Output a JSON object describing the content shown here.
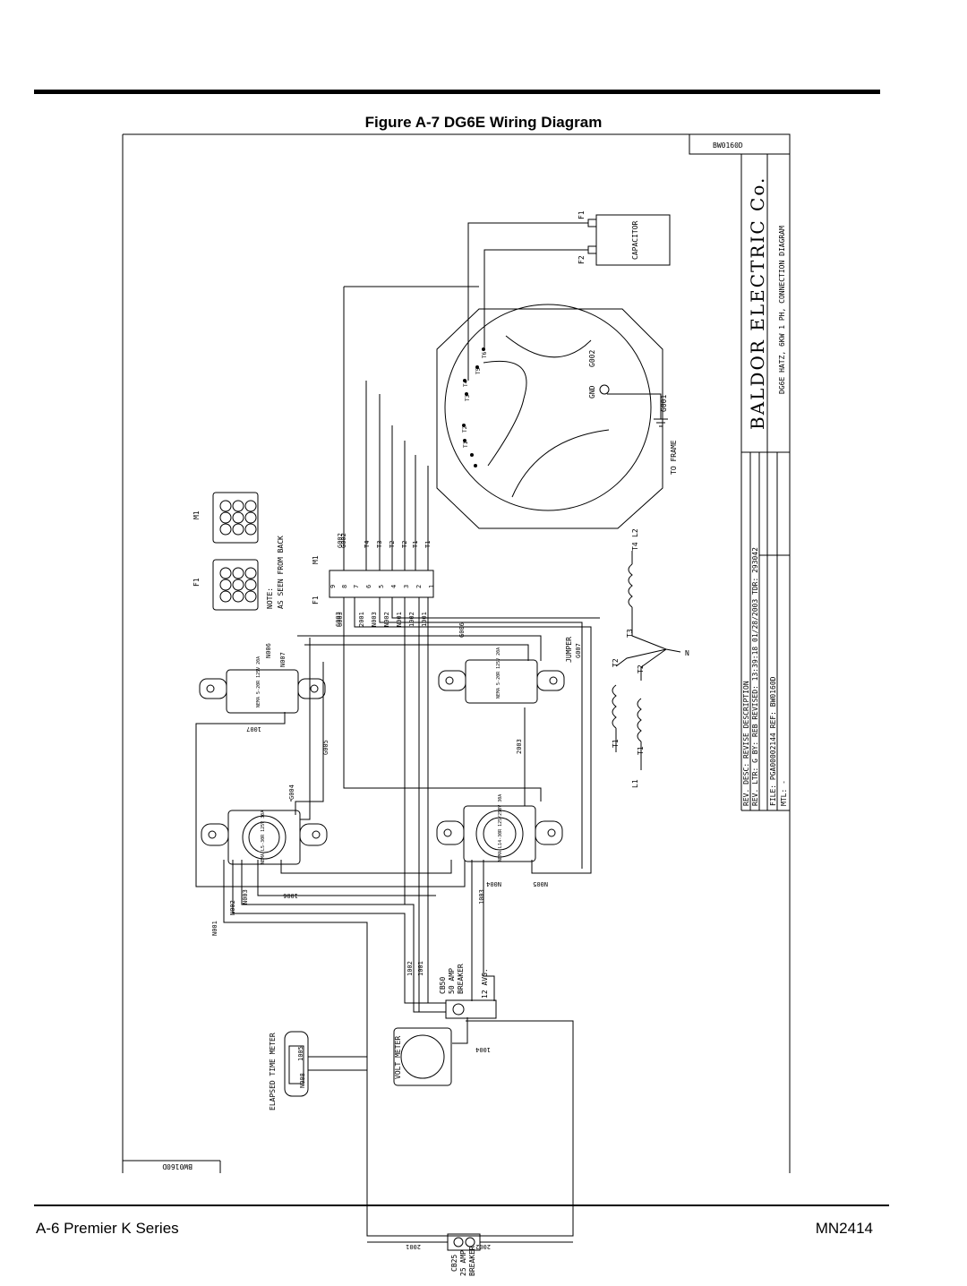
{
  "figure_title": "Figure A-7  DG6E Wiring Diagram",
  "footer": {
    "left": "A-6 Premier K Series",
    "right": "MN2414"
  },
  "drawing": {
    "number_top": "BW0160D",
    "number_bottom": "BW0160D",
    "company": "BALDOR  ELECTRIC  Co.",
    "drawing_title": "DG6E HATZ, 6KW 1 PH, CONNECTION DIAGRAM",
    "title_block": {
      "rev_desc": "REV. DESC:  REVISE DESCRIPTION",
      "rev_ltr": "REV. LTR:  G   BY:  REB   REVISED: 13:39:18  01/28/2003   TDR:  293042",
      "file": "FILE:  PGA00002144                                   REF:  BW0160D",
      "mtl": "MTL:  -"
    },
    "labels": {
      "capacitor": "CAPACITOR",
      "f1": "F1",
      "f2": "F2",
      "m1": "M1",
      "note": "NOTE:",
      "note_text": "AS SEEN FROM BACK",
      "gnd": "GND",
      "to_frame": "TO FRAME",
      "jumper": "JUMPER",
      "elapsed_time_meter": "ELAPSED TIME METER",
      "volt_meter": "VOLT METER",
      "cb50": "CB50",
      "cb50_rating": "50 AMP",
      "cb50_type": "BREAKER",
      "cb25": "CB25",
      "cb25_rating": "25 AMP",
      "cb25_type": "BREAKER",
      "wire_gauge": "12 AVG.",
      "n": "N"
    },
    "terminals": [
      "T6",
      "T5",
      "T4",
      "T3",
      "T2",
      "T1"
    ],
    "stator_leads": [
      "T4",
      "L2",
      "T3",
      "T2",
      "T2",
      "T1",
      "T1",
      "L1"
    ],
    "m1_pins": [
      "9",
      "8",
      "7",
      "6",
      "5",
      "4",
      "3",
      "2",
      "1"
    ],
    "m1_wires_left": [
      "G003",
      "2001",
      "N003",
      "N002",
      "N001",
      "1002",
      "1001"
    ],
    "m1_wires_right": [
      "G002",
      "T4",
      "T3",
      "T2",
      "T2",
      "T1",
      "T1"
    ],
    "wire_ids": [
      "G001",
      "G002",
      "G003",
      "G004",
      "G005",
      "G006",
      "G007",
      "N001",
      "N002",
      "N003",
      "N004",
      "N005",
      "N006",
      "N007",
      "N008",
      "1001",
      "1002",
      "1003",
      "1004",
      "1005",
      "1006",
      "1007",
      "2001",
      "2002",
      "2003"
    ],
    "receptacles": [
      {
        "id": "gfci-left",
        "text": "NEMA 5-20R 125V 20A"
      },
      {
        "id": "gfci-right",
        "text": "NEMA 5-20R 125V 20A"
      },
      {
        "id": "twistlock-left",
        "text": "NEMA L5-30R 125V 30A"
      },
      {
        "id": "twistlock-right",
        "text": "NEMA L14-30R 125/250V 30A"
      }
    ]
  }
}
